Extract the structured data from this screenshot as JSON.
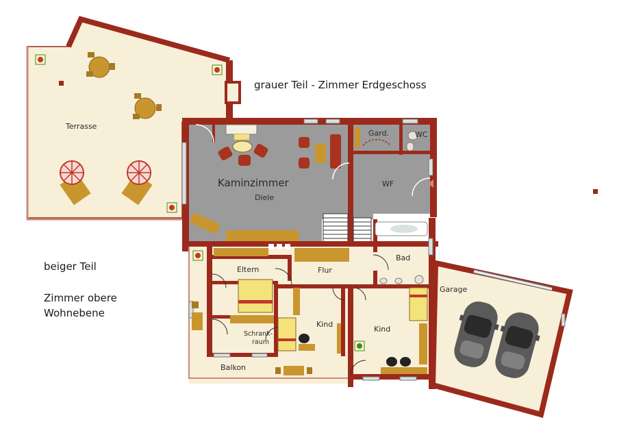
{
  "notes": {
    "ground_floor": "grauer Teil - Zimmer Erdgeschoss",
    "beige_part": "beiger Teil",
    "upper_floor_line1": "Zimmer obere",
    "upper_floor_line2": "Wohnebene"
  },
  "rooms": {
    "terrasse": "Terrasse",
    "kaminzimmer": "Kaminzimmer",
    "diele": "Diele",
    "gard": "Gard.",
    "wc": "WC",
    "wf": "WF",
    "bad": "Bad",
    "eltern": "Eltern",
    "flur": "Flur",
    "kind1": "Kind",
    "kind2": "Kind",
    "schrank1": "Schrank-",
    "schrank2": "raum",
    "balkon": "Balkon",
    "garage": "Garage"
  },
  "colors": {
    "wall": "#9b2a1c",
    "gray_floor": "#9b9b9b",
    "beige_floor": "#f8efd8",
    "furniture": "#c9952f",
    "window": "#d9e2e2"
  }
}
